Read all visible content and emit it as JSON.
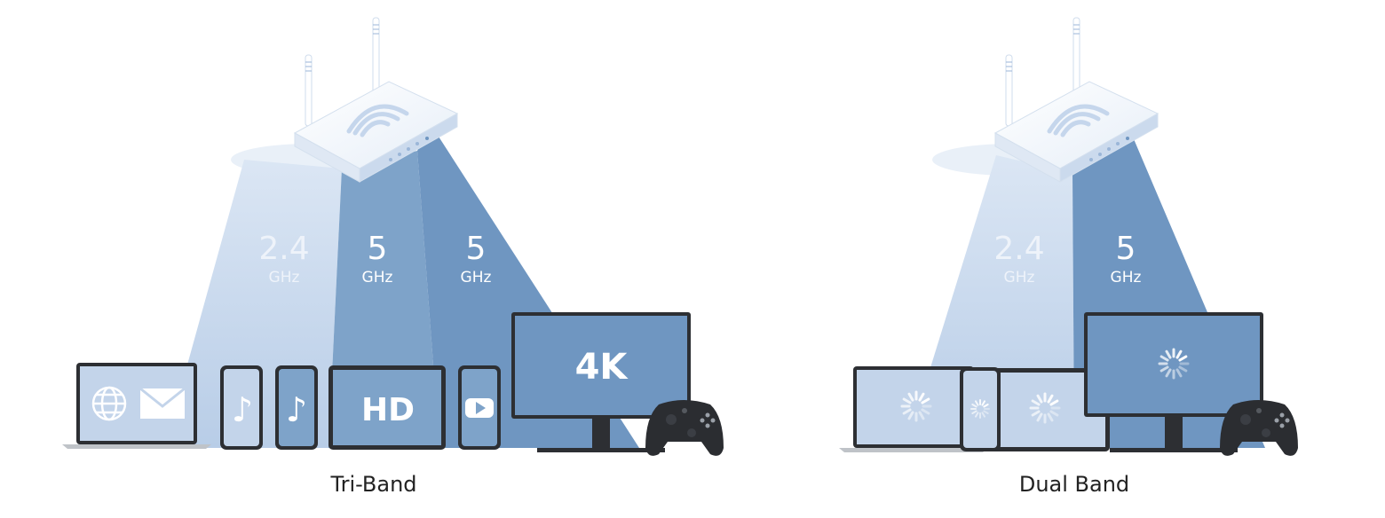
{
  "tri_band": {
    "caption": "Tri-Band",
    "bands": [
      {
        "value": "2.4",
        "unit": "GHz"
      },
      {
        "value": "5",
        "unit": "GHz"
      },
      {
        "value": "5",
        "unit": "GHz"
      }
    ],
    "tablet_label": "HD",
    "monitor_label": "4K"
  },
  "dual_band": {
    "caption": "Dual Band",
    "bands": [
      {
        "value": "2.4",
        "unit": "GHz"
      },
      {
        "value": "5",
        "unit": "GHz"
      }
    ]
  },
  "colors": {
    "beam_light": "#c2d3ea",
    "beam_mid": "#7fa3c9",
    "beam_dark": "#6f96c1",
    "device_frame": "#2d2f33",
    "screen_light": "#b9cde6",
    "screen_mid": "#7ea2c9"
  },
  "icons": [
    "wifi-icon",
    "globe-icon",
    "mail-icon",
    "music-note-icon",
    "play-icon",
    "loading-spinner-icon",
    "game-controller-icon"
  ]
}
